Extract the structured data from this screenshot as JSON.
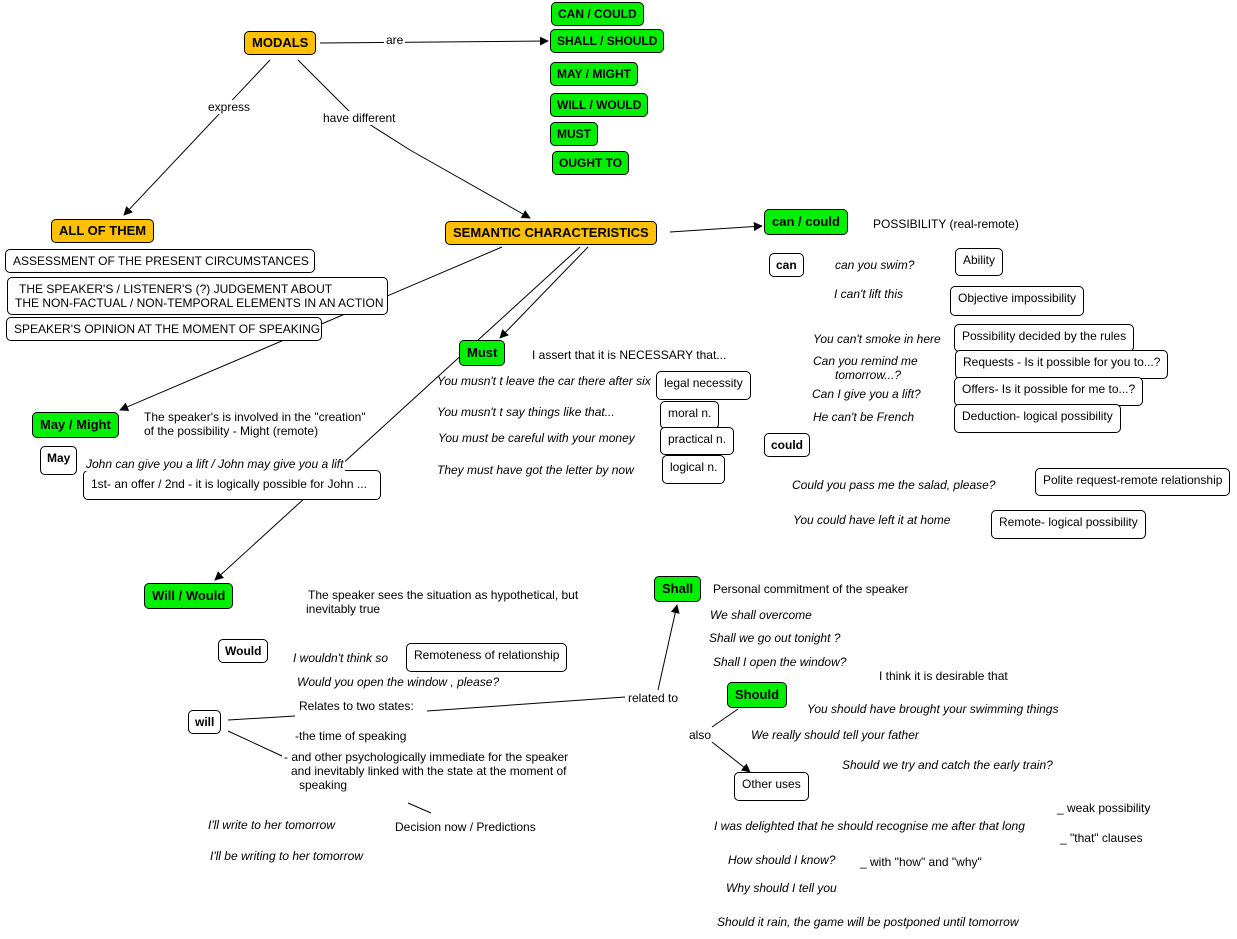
{
  "modals": "MODALS",
  "links": {
    "are": "are",
    "express": "express",
    "have_different": "have different",
    "related_to": "related to",
    "also": "also"
  },
  "modal_list": [
    "CAN / COULD",
    "SHALL / SHOULD",
    "MAY / MIGHT",
    "WILL / WOULD",
    "MUST",
    "OUGHT TO"
  ],
  "all_of_them": {
    "title": "ALL OF THEM",
    "assessment": "ASSESSMENT OF THE PRESENT CIRCUMSTANCES",
    "judgement_1": "THE SPEAKER'S /  LISTENER'S (?) JUDGEMENT ABOUT",
    "judgement_2": "THE NON-FACTUAL / NON-TEMPORAL ELEMENTS IN AN ACTION",
    "opinion": "SPEAKER'S OPINION AT THE MOMENT OF SPEAKING"
  },
  "semantic": "SEMANTIC  CHARACTERISTICS",
  "can_could": {
    "title": "can / could",
    "desc": "POSSIBILITY (real-remote)",
    "can": "can",
    "could": "could",
    "examples": [
      {
        "sentence": "can you swim?",
        "meaning": "Ability"
      },
      {
        "sentence": "I can't lift this",
        "meaning": "Objective impossibility"
      },
      {
        "sentence": "You can't smoke in here",
        "meaning": "Possibility decided by the rules"
      },
      {
        "sentence_1": "Can you remind me",
        "sentence_2": "tomorrow...?",
        "meaning": "Requests -  Is it possible for you to...?"
      },
      {
        "sentence": "Can I give you a lift?",
        "meaning": "Offers- Is it possible for me to...?"
      },
      {
        "sentence": "He can't be French",
        "meaning": "Deduction- logical possibility"
      }
    ],
    "could_examples": [
      {
        "sentence": "Could you pass me the salad, please?",
        "meaning": "Polite request-remote relationship"
      },
      {
        "sentence": "You could have left it at home",
        "meaning": "Remote- logical possibility"
      }
    ]
  },
  "must": {
    "title": "Must",
    "desc": "I assert that it is NECESSARY that...",
    "examples": [
      {
        "sentence": "You musn't t leave the car there after six",
        "meaning": "legal necessity"
      },
      {
        "sentence": "You musn't t say things like that...",
        "meaning": "moral n."
      },
      {
        "sentence": "You must be careful with your money",
        "meaning": "practical n."
      },
      {
        "sentence": "They must have got the letter by now",
        "meaning": "logical n."
      }
    ]
  },
  "may_might": {
    "title": "May / Might",
    "desc_1": "The speaker's is involved in the \"creation\"",
    "desc_2": "of the possibility - Might (remote)",
    "may": "May",
    "example": "John can give you a lift / John may give you a lift",
    "example_meaning": "1st- an offer / 2nd - it is logically possible for John ..."
  },
  "will_would": {
    "title": "Will  / Would",
    "desc_1": "The speaker sees the situation as hypothetical, but",
    "desc_2": "inevitably true",
    "would": "Would",
    "would_ex_1": "I wouldn't think so",
    "remoteness": "Remoteness of relationship",
    "would_ex_2": "Would you open the window , please?",
    "will": "will",
    "relates": "Relates to two states:",
    "state_1": "-the time of speaking",
    "state_2a": "- and other psychologically immediate for the speaker",
    "state_2b": "and inevitably linked with the state at the moment of",
    "state_2c": "speaking",
    "ex_1": "I'll write to her tomorrow",
    "ex_2": "I'll be writing to her tomorrow",
    "decision": "Decision now / Predictions"
  },
  "shall": {
    "title": "Shall",
    "desc": "Personal commitment of the speaker",
    "examples": [
      "We shall overcome",
      "Shall we go out tonight ?",
      "Shall I open the window?"
    ]
  },
  "should": {
    "title": "Should",
    "desc": "I think it is desirable that",
    "examples": [
      "You should have brought your swimming things",
      "We really should tell your father",
      "Should we try and catch the early train?"
    ]
  },
  "other_uses": {
    "title": "Other uses",
    "weak": "_ weak possibility",
    "ex_1": "I was delighted that he should recognise me after that long",
    "that_clauses": "_ \"that\" clauses",
    "ex_2": "How should I know?",
    "how_why": "_ with \"how\" and \"why\"",
    "ex_3": "Why should I tell you",
    "ex_4": "Should it rain, the game will be postponed until tomorrow"
  }
}
